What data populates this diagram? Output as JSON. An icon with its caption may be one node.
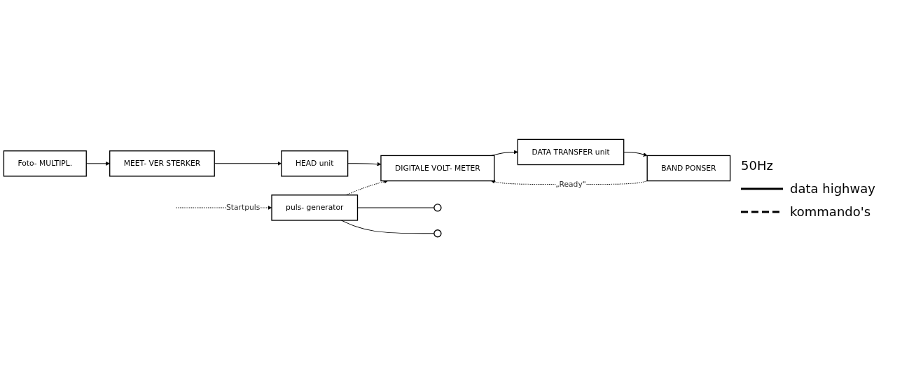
{
  "diagram": {
    "nodes": [
      {
        "text": [
          "Foto- MULTIPL."
        ]
      },
      {
        "text": [
          "MEET- VER STERKER"
        ]
      },
      {
        "text": [
          "HEAD unit"
        ]
      },
      {
        "text": [
          "DIGITALE VOLT- METER"
        ]
      },
      {
        "text": [
          "DATA TRANSFER unit"
        ]
      },
      {
        "text": [
          "BAND PONSER"
        ]
      },
      {
        "text": [
          "puls- generator"
        ]
      },
      {
        "text": [],
        "shape": "circle"
      },
      {
        "text": [],
        "shape": "circle"
      }
    ],
    "edges": [
      {
        "from": 0,
        "to": 1,
        "arrow": "to"
      },
      {
        "from": 1,
        "to": 2,
        "arrow": "to"
      },
      {
        "from": 2,
        "to": 3,
        "arrow": "to"
      },
      {
        "from": 3,
        "to": 4,
        "arrow": "to"
      },
      {
        "from": 4,
        "to": 5,
        "arrow": "to"
      },
      {
        "from": 5,
        "to": 3,
        "arrow": "to",
        "label": "„Ready\"",
        "style": "dashed"
      },
      {
        "from": 6,
        "to": 3,
        "arrow": "to",
        "style": "dashed"
      },
      {
        "from": null,
        "to": 6,
        "arrow": "to",
        "label": "Startpuls",
        "style": "dashed"
      },
      {
        "from": 6,
        "to": 7,
        "arrow": "none"
      },
      {
        "from": 6,
        "to": 8,
        "arrow": "none"
      }
    ],
    "labels": [
      "50Hz"
    ],
    "legend": [
      {
        "text": "data highway"
      },
      {
        "text": "kommando's"
      }
    ]
  }
}
